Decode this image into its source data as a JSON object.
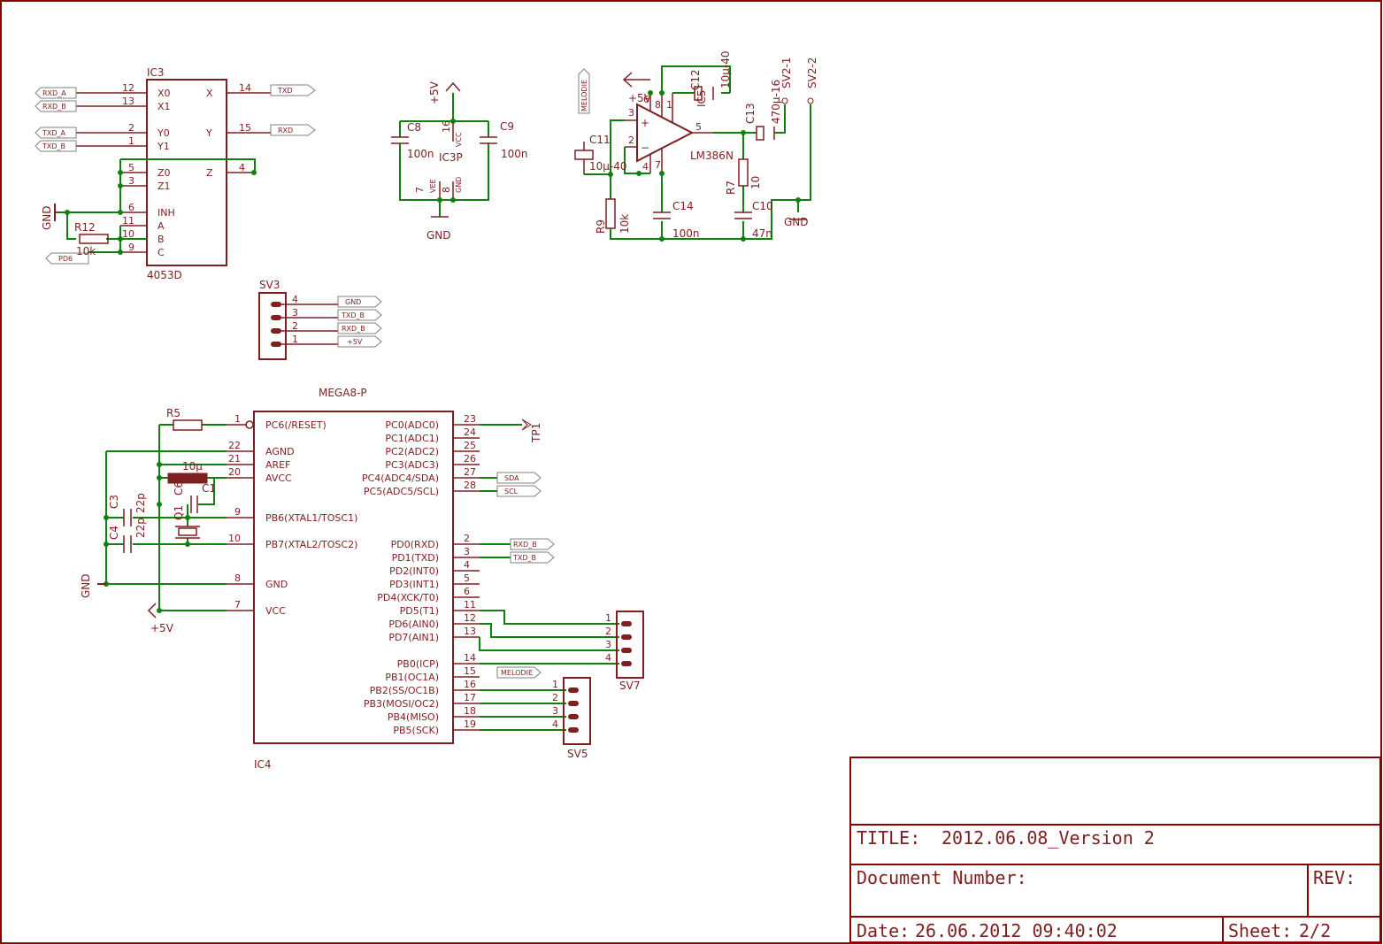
{
  "title_block": {
    "title_label": "TITLE:",
    "title_value": "2012.06.08_Version 2",
    "document_number_label": "Document Number:",
    "rev_label": "REV:",
    "date_label": "Date:",
    "date_value": "26.06.2012 09:40:02",
    "sheet_label": "Sheet:",
    "sheet_value": "2/2"
  },
  "components": {
    "ic3": {
      "name": "IC3",
      "value": "4053D",
      "pins_left": [
        {
          "num": "12",
          "name": "X0"
        },
        {
          "num": "13",
          "name": "X1"
        },
        {
          "num": "2",
          "name": "Y0"
        },
        {
          "num": "1",
          "name": "Y1"
        },
        {
          "num": "5",
          "name": "Z0"
        },
        {
          "num": "3",
          "name": "Z1"
        },
        {
          "num": "6",
          "name": "INH"
        },
        {
          "num": "11",
          "name": "A"
        },
        {
          "num": "10",
          "name": "B"
        },
        {
          "num": "9",
          "name": "C"
        }
      ],
      "pins_right": [
        {
          "num": "14",
          "name": "X"
        },
        {
          "num": "15",
          "name": "Y"
        },
        {
          "num": "4",
          "name": "Z"
        }
      ]
    },
    "ic3p": {
      "name": "IC3P",
      "vcc": "VCC",
      "vee": "VEE",
      "gnd": "GND",
      "pin16": "16",
      "pin7": "7",
      "pin8": "8"
    },
    "c8": {
      "name": "C8",
      "value": "100n"
    },
    "c9": {
      "name": "C9",
      "value": "100n"
    },
    "c11": {
      "name": "C11",
      "value": "10µ-40"
    },
    "c12": {
      "name": "C12",
      "value": "10µ-40"
    },
    "c13": {
      "name": "C13",
      "value": "470µ-16"
    },
    "c14": {
      "name": "C14",
      "value": "100n"
    },
    "c10": {
      "name": "C10",
      "value": "47n"
    },
    "r9": {
      "name": "R9",
      "value": "10k"
    },
    "r7": {
      "name": "R7",
      "value": "10"
    },
    "r12": {
      "name": "R12",
      "value": "10k"
    },
    "r5": {
      "name": "R5"
    },
    "ic5": {
      "name": "IC5",
      "value": "LM386N",
      "pins": [
        "3",
        "2",
        "6",
        "4",
        "8",
        "1",
        "7",
        "5"
      ]
    },
    "sv2_1": {
      "name": "SV2-1"
    },
    "sv2_2": {
      "name": "SV2-2"
    },
    "sv3": {
      "name": "SV3",
      "pins": [
        "4",
        "3",
        "2",
        "1"
      ]
    },
    "sv5": {
      "name": "SV5",
      "pins": [
        "1",
        "2",
        "3",
        "4"
      ]
    },
    "sv7": {
      "name": "SV7",
      "pins": [
        "1",
        "2",
        "3",
        "4"
      ]
    },
    "ic4": {
      "name": "IC4",
      "value": "MEGA8-P",
      "pins_left": [
        {
          "num": "1",
          "name": "PC6(/RESET)"
        },
        {
          "num": "22",
          "name": "AGND"
        },
        {
          "num": "21",
          "name": "AREF"
        },
        {
          "num": "20",
          "name": "AVCC"
        },
        {
          "num": "9",
          "name": "PB6(XTAL1/TOSC1)"
        },
        {
          "num": "10",
          "name": "PB7(XTAL2/TOSC2)"
        },
        {
          "num": "8",
          "name": "GND"
        },
        {
          "num": "7",
          "name": "VCC"
        }
      ],
      "pins_right": [
        {
          "num": "23",
          "name": "PC0(ADC0)"
        },
        {
          "num": "24",
          "name": "PC1(ADC1)"
        },
        {
          "num": "25",
          "name": "PC2(ADC2)"
        },
        {
          "num": "26",
          "name": "PC3(ADC3)"
        },
        {
          "num": "27",
          "name": "PC4(ADC4/SDA)"
        },
        {
          "num": "28",
          "name": "PC5(ADC5/SCL)"
        },
        {
          "num": "2",
          "name": "PD0(RXD)"
        },
        {
          "num": "3",
          "name": "PD1(TXD)"
        },
        {
          "num": "4",
          "name": "PD2(INT0)"
        },
        {
          "num": "5",
          "name": "PD3(INT1)"
        },
        {
          "num": "6",
          "name": "PD4(XCK/T0)"
        },
        {
          "num": "11",
          "name": "PD5(T1)"
        },
        {
          "num": "12",
          "name": "PD6(AIN0)"
        },
        {
          "num": "13",
          "name": "PD7(AIN1)"
        },
        {
          "num": "14",
          "name": "PB0(ICP)"
        },
        {
          "num": "15",
          "name": "PB1(OC1A)"
        },
        {
          "num": "16",
          "name": "PB2(SS/OC1B)"
        },
        {
          "num": "17",
          "name": "PB3(MOSI/OC2)"
        },
        {
          "num": "18",
          "name": "PB4(MISO)"
        },
        {
          "num": "19",
          "name": "PB5(SCK)"
        }
      ]
    },
    "c3": {
      "name": "C3",
      "value": "22p"
    },
    "c4": {
      "name": "C4",
      "value": "22p"
    },
    "c6": {
      "name": "C6",
      "value": "10µ"
    },
    "c1": {
      "name": "C1"
    },
    "q1": {
      "name": "Q1"
    },
    "tp1": {
      "name": "TP1"
    }
  },
  "net_labels": {
    "rxd_a": "RXD_A",
    "rxd_b": "RXD_B",
    "txd_a": "TXD_A",
    "txd_b": "TXD_B",
    "txd": "TXD",
    "rxd": "RXD",
    "pd6": "PD6",
    "gnd": "GND",
    "plus5v": "+5V",
    "sda": "SDA",
    "scl": "SCL",
    "melodie": "MELODIE"
  },
  "colors": {
    "frame": "#8b0000",
    "wire": "#108010",
    "symbol": "#7f1f1f",
    "label_outline": "#808080"
  }
}
